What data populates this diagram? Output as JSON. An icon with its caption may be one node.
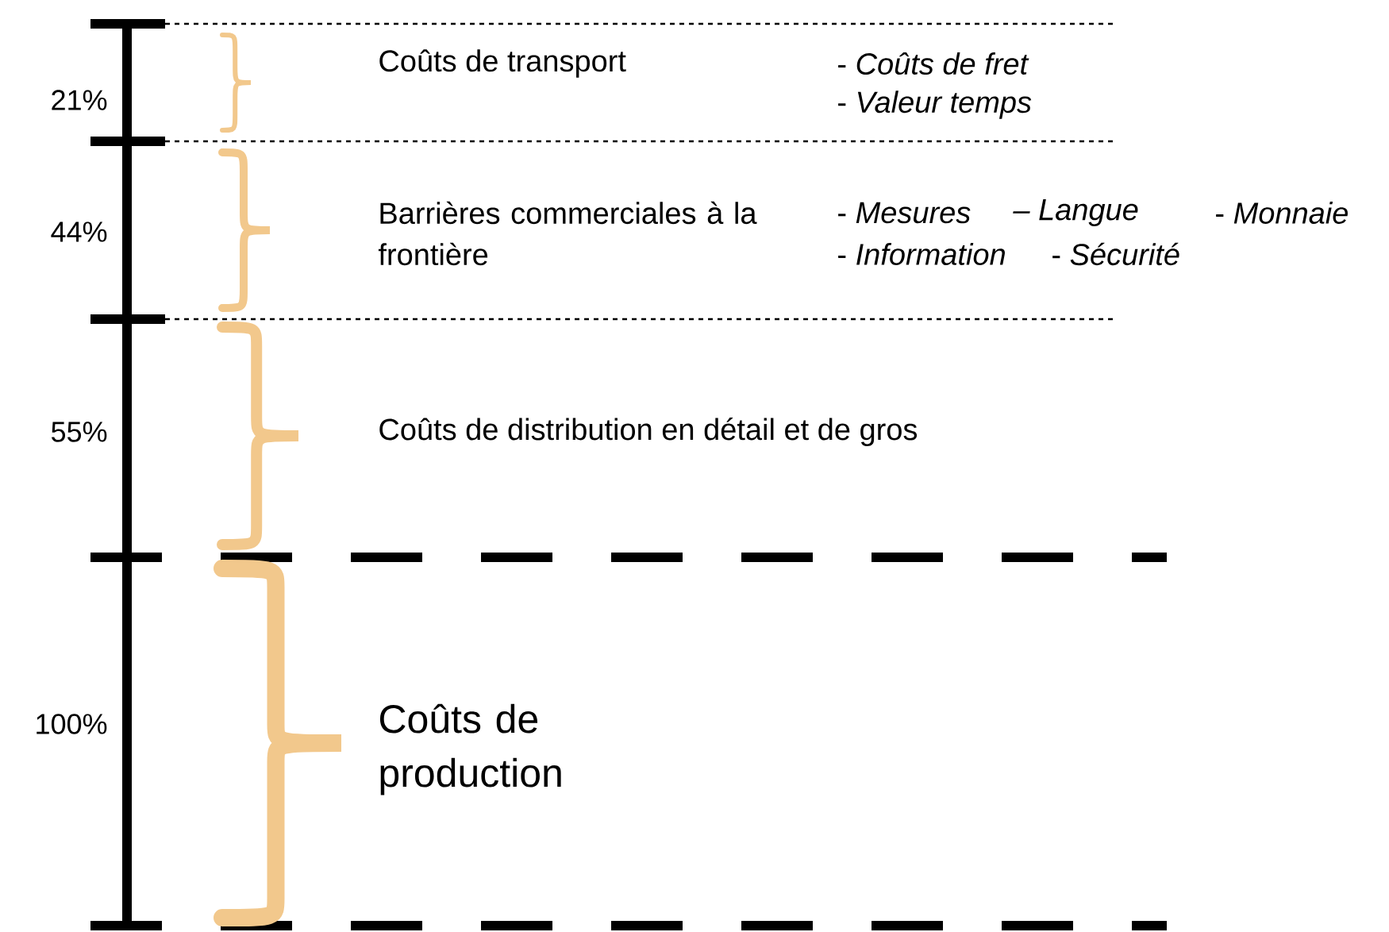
{
  "diagram": {
    "labels": [
      "21%",
      "Coûts de transport",
      "- *Coûts de fret*",
      "- *Valeur temps*",
      "44%",
      "Barrières commerciales à la frontière",
      "- *Mesures*",
      "*– Langue*",
      "- *Monnaie*",
      "- *Information*",
      "- *Sécurité*",
      "55%",
      "Coûts de distribution en détail et de gros",
      "100%",
      "Coûts de production"
    ]
  }
}
